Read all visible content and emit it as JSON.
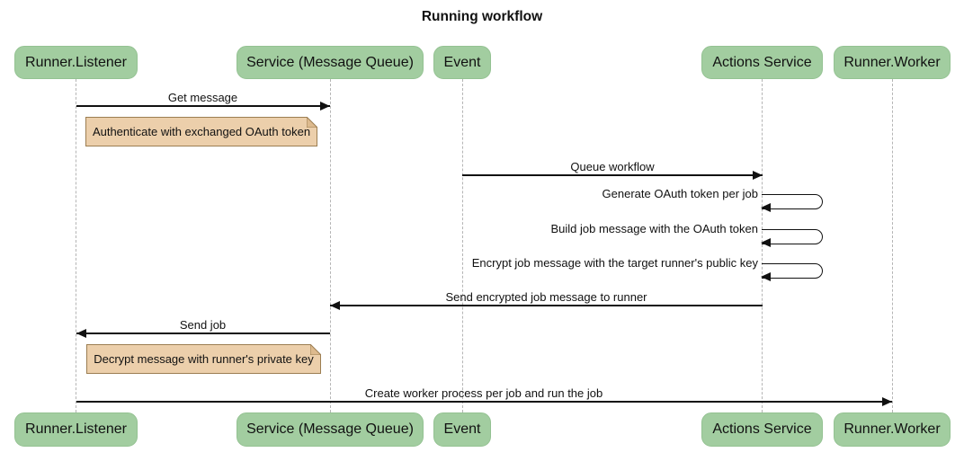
{
  "diagram_type": "sequence",
  "title": "Running workflow",
  "participants": [
    {
      "id": "runner-listener",
      "label": "Runner.Listener"
    },
    {
      "id": "service-message-queue",
      "label": "Service (Message Queue)"
    },
    {
      "id": "event",
      "label": "Event"
    },
    {
      "id": "actions-service",
      "label": "Actions Service"
    },
    {
      "id": "runner-worker",
      "label": "Runner.Worker"
    }
  ],
  "messages": [
    {
      "type": "arrow",
      "from": "Runner.Listener",
      "to": "Service (Message Queue)",
      "label": "Get message"
    },
    {
      "type": "note",
      "over": "Runner.Listener",
      "label": "Authenticate with exchanged OAuth token"
    },
    {
      "type": "arrow",
      "from": "Event",
      "to": "Actions Service",
      "label": "Queue workflow"
    },
    {
      "type": "self",
      "from": "Actions Service",
      "to": "Actions Service",
      "label": "Generate OAuth token per job"
    },
    {
      "type": "self",
      "from": "Actions Service",
      "to": "Actions Service",
      "label": "Build job message with the OAuth token"
    },
    {
      "type": "self",
      "from": "Actions Service",
      "to": "Actions Service",
      "label": "Encrypt job message with the target runner's public key"
    },
    {
      "type": "arrow",
      "from": "Actions Service",
      "to": "Service (Message Queue)",
      "label": "Send encrypted job message to runner"
    },
    {
      "type": "arrow",
      "from": "Service (Message Queue)",
      "to": "Runner.Listener",
      "label": "Send job"
    },
    {
      "type": "note",
      "over": "Runner.Listener",
      "label": "Decrypt message with runner's private key"
    },
    {
      "type": "arrow",
      "from": "Runner.Listener",
      "to": "Runner.Worker",
      "label": "Create worker process per job and run the job"
    }
  ],
  "colors": {
    "background": "#FFFFFF",
    "actor_fill": "#A2CDA0",
    "actor_border": "#94C292",
    "note_fill": "#ECCFAB",
    "note_border": "#9C7E52",
    "lifeline": "#B5B5B5",
    "arrow": "#111111",
    "text": "#111111"
  }
}
